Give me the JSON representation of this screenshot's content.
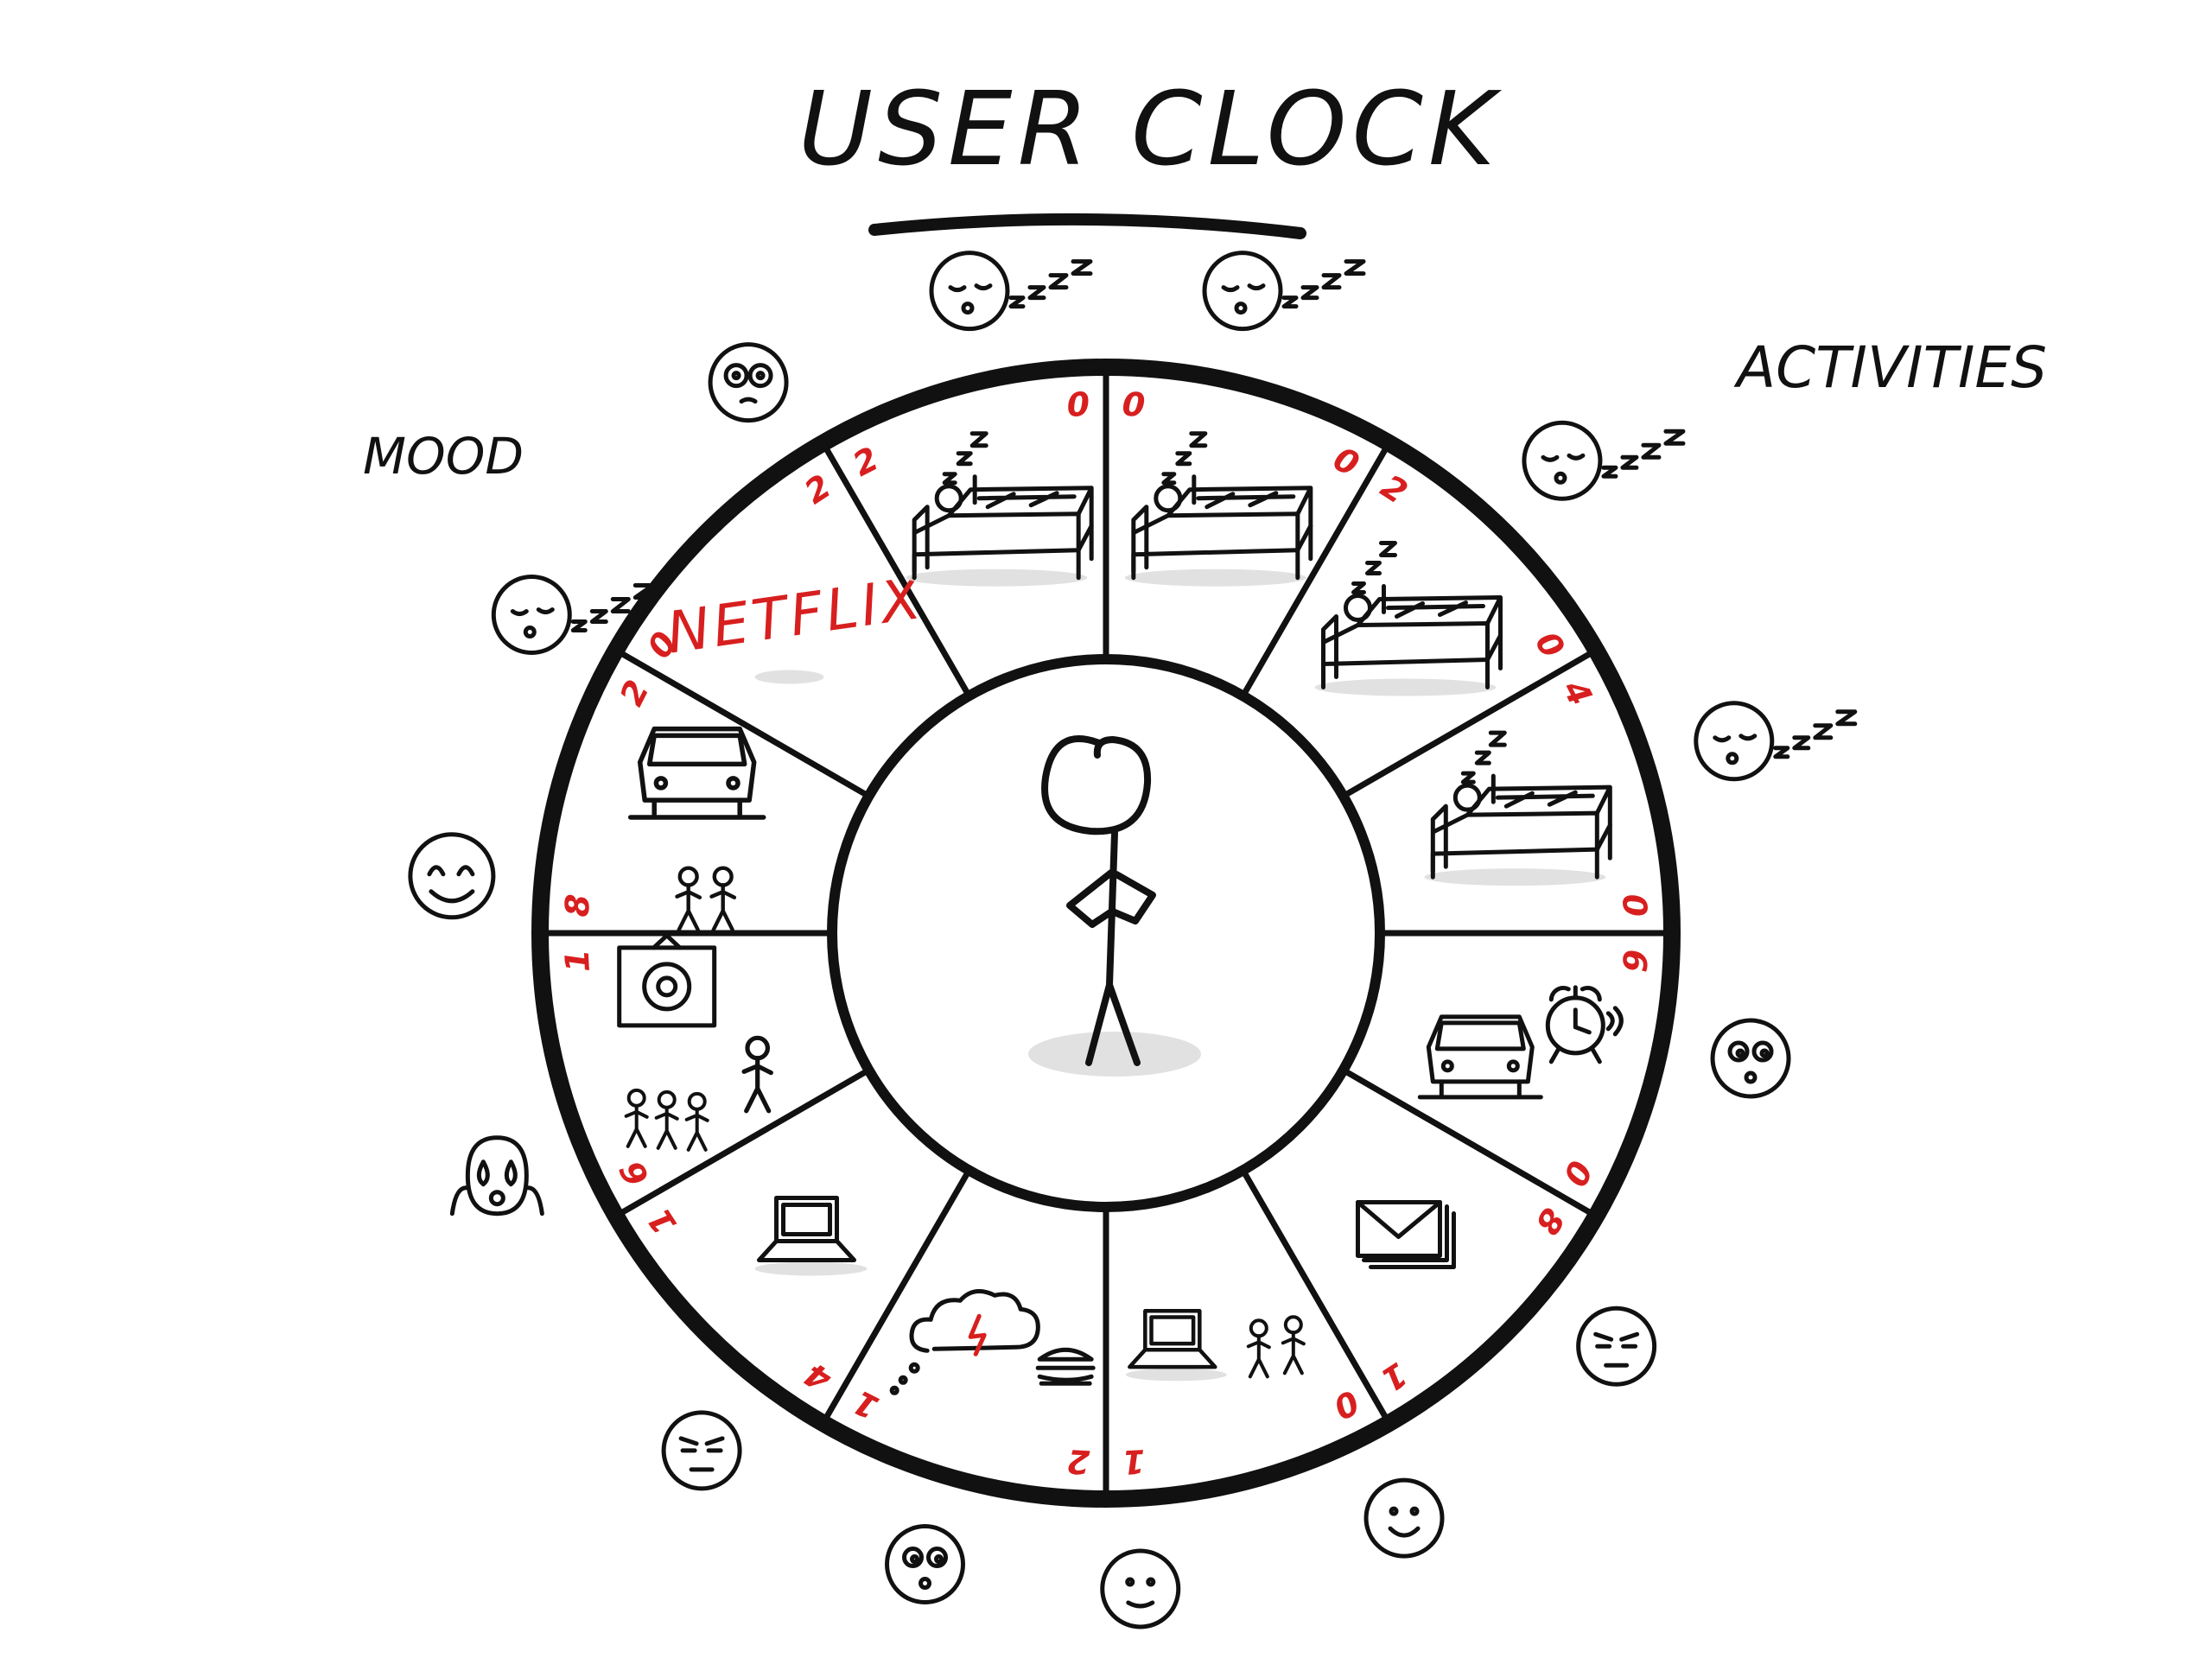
{
  "title": "USER CLOCK",
  "labels": {
    "mood": "MOOD",
    "activities": "ACTIVITIES"
  },
  "netflix": "NETFLIX",
  "colors": {
    "ink": "#111111",
    "accent": "#d81f1f",
    "shadow": "#dcdcdc"
  },
  "hours": [
    {
      "deg": -3,
      "text": "0"
    },
    {
      "deg": 3,
      "text": "0"
    },
    {
      "deg": 27,
      "text": "0"
    },
    {
      "deg": 33,
      "text": "2"
    },
    {
      "deg": 57,
      "text": "0"
    },
    {
      "deg": 63,
      "text": "4"
    },
    {
      "deg": 87,
      "text": "0"
    },
    {
      "deg": 93,
      "text": "6"
    },
    {
      "deg": 117,
      "text": "0"
    },
    {
      "deg": 123,
      "text": "8"
    },
    {
      "deg": 147,
      "text": "1"
    },
    {
      "deg": 153,
      "text": "0"
    },
    {
      "deg": 177,
      "text": "1"
    },
    {
      "deg": 183,
      "text": "2"
    },
    {
      "deg": 207,
      "text": "1"
    },
    {
      "deg": 213,
      "text": "4"
    },
    {
      "deg": 237,
      "text": "1"
    },
    {
      "deg": 243,
      "text": "6"
    },
    {
      "deg": 267,
      "text": "1"
    },
    {
      "deg": 273,
      "text": "8"
    },
    {
      "deg": 297,
      "text": "2"
    },
    {
      "deg": 303,
      "text": "0"
    },
    {
      "deg": 327,
      "text": "2"
    },
    {
      "deg": 333,
      "text": "2"
    }
  ],
  "segments": [
    {
      "deg": 15,
      "icon": "bed-sleeping-icon"
    },
    {
      "deg": 45,
      "icon": "bed-sleeping-icon"
    },
    {
      "deg": 75,
      "icon": "bed-sleeping-icon"
    },
    {
      "deg": 105,
      "icon": "car-and-alarm-clock-icon"
    },
    {
      "deg": 135,
      "icon": "mail-icon"
    },
    {
      "deg": 165,
      "icon": "laptop-and-people-icon"
    },
    {
      "deg": 195,
      "icon": "thundercloud-and-burger-icon"
    },
    {
      "deg": 225,
      "icon": "laptop-icon"
    },
    {
      "deg": 255,
      "icon": "presentation-and-audience-icon"
    },
    {
      "deg": 285,
      "icon": "car-and-people-icon"
    },
    {
      "deg": 315,
      "icon": "netflix-text"
    },
    {
      "deg": 345,
      "icon": "bed-sleeping-icon"
    }
  ],
  "moods": [
    {
      "deg": 348,
      "icon": "sleeping-face-icon",
      "zzz": true
    },
    {
      "deg": 12,
      "icon": "sleeping-face-icon",
      "zzz": true
    },
    {
      "deg": 44,
      "icon": "sleeping-face-icon",
      "zzz": true
    },
    {
      "deg": 73,
      "icon": "sleeping-face-icon",
      "zzz": true
    },
    {
      "deg": 101,
      "icon": "surprised-face-icon",
      "zzz": false
    },
    {
      "deg": 129,
      "icon": "annoyed-face-icon",
      "zzz": false
    },
    {
      "deg": 153,
      "icon": "smiling-face-icon",
      "zzz": false
    },
    {
      "deg": 177,
      "icon": "content-face-icon",
      "zzz": false
    },
    {
      "deg": 196,
      "icon": "surprised-face-icon",
      "zzz": false
    },
    {
      "deg": 218,
      "icon": "annoyed-face-icon",
      "zzz": false
    },
    {
      "deg": 248,
      "icon": "scared-face-icon",
      "zzz": false
    },
    {
      "deg": 275,
      "icon": "happy-face-icon",
      "zzz": false
    },
    {
      "deg": 299,
      "icon": "sleeping-face-icon",
      "zzz": true
    },
    {
      "deg": 327,
      "icon": "wide-eyed-face-icon",
      "zzz": false
    }
  ]
}
